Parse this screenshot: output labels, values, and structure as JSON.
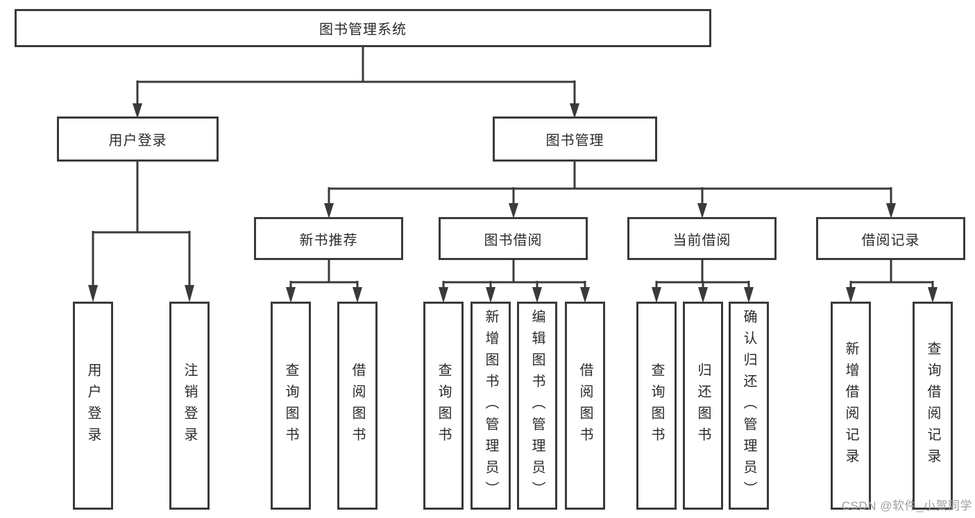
{
  "diagram": {
    "tree": {
      "root": {
        "label": "图书管理系统",
        "children": [
          {
            "label": "用户登录",
            "children": [
              {
                "label": "用户登录"
              },
              {
                "label": "注销登录"
              }
            ]
          },
          {
            "label": "图书管理",
            "children": [
              {
                "label": "新书推荐",
                "children": [
                  {
                    "label": "查询图书"
                  },
                  {
                    "label": "借阅图书"
                  }
                ]
              },
              {
                "label": "图书借阅",
                "children": [
                  {
                    "label": "查询图书"
                  },
                  {
                    "label": "新增图书（管理员）"
                  },
                  {
                    "label": "编辑图书（管理员）"
                  },
                  {
                    "label": "借阅图书"
                  }
                ]
              },
              {
                "label": "当前借阅",
                "children": [
                  {
                    "label": "查询图书"
                  },
                  {
                    "label": "归还图书"
                  },
                  {
                    "label": "确认归还（管理员）"
                  }
                ]
              },
              {
                "label": "借阅记录",
                "children": [
                  {
                    "label": "新增借阅记录"
                  },
                  {
                    "label": "查询借阅记录"
                  }
                ]
              }
            ]
          }
        ]
      }
    },
    "watermark": "CSDN @软件_小贺同学",
    "colors": {
      "line": "#3a3a3a",
      "text": "#2b2b2b",
      "watermark": "#9aa0a6",
      "background": "#ffffff"
    }
  }
}
